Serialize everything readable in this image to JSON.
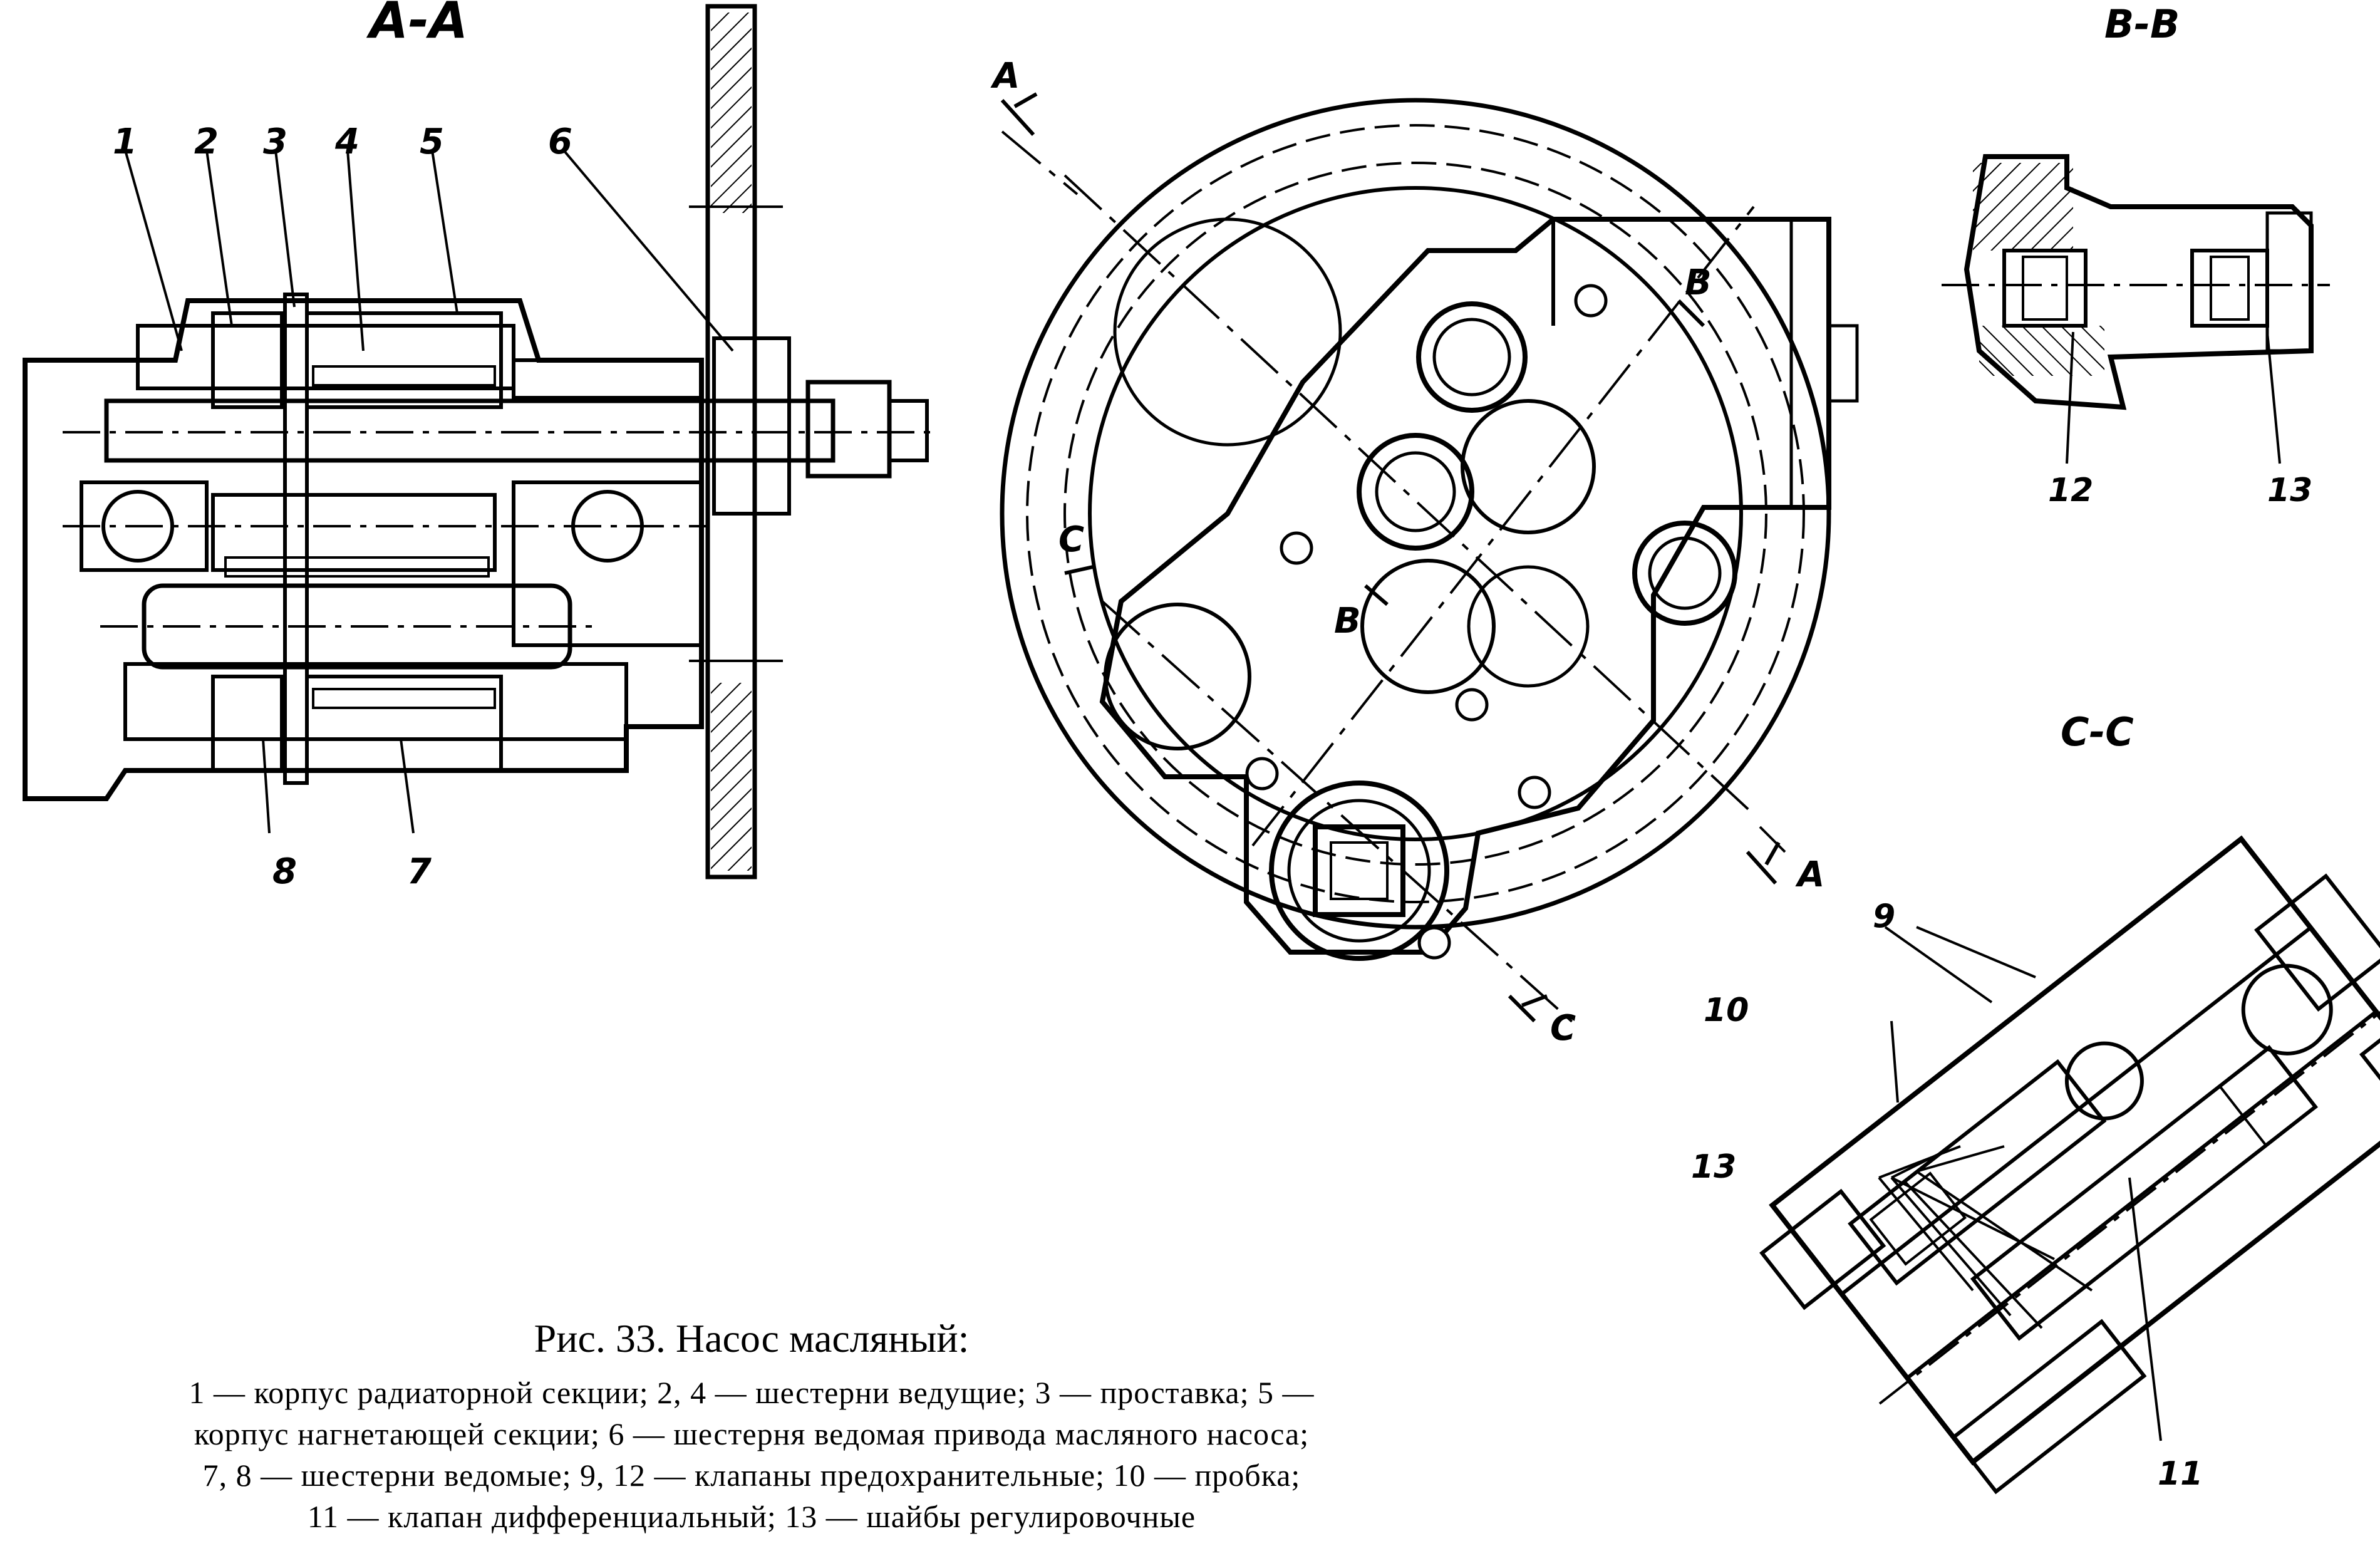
{
  "section_titles": {
    "aa": "А-А",
    "bb": "В-В",
    "cc": "С-С"
  },
  "cut_marks": {
    "a": "А",
    "b": "В",
    "c": "С"
  },
  "part_numbers": [
    "1",
    "2",
    "3",
    "4",
    "5",
    "6",
    "7",
    "8",
    "9",
    "10",
    "11",
    "12",
    "13"
  ],
  "caption": {
    "title": "Рис. 33. Насос масляный:",
    "lines": [
      "1 — корпус радиаторной секции; 2, 4 — шестерни ведущие; 3 — проставка; 5 —",
      "корпус нагнетающей секции; 6 — шестерня ведомая привода масляного насоса;",
      "7, 8 — шестерни ведомые; 9, 12 — клапаны предохранительные; 10 — пробка;",
      "11 — клапан дифференциальный; 13 — шайбы регулировочные"
    ]
  }
}
